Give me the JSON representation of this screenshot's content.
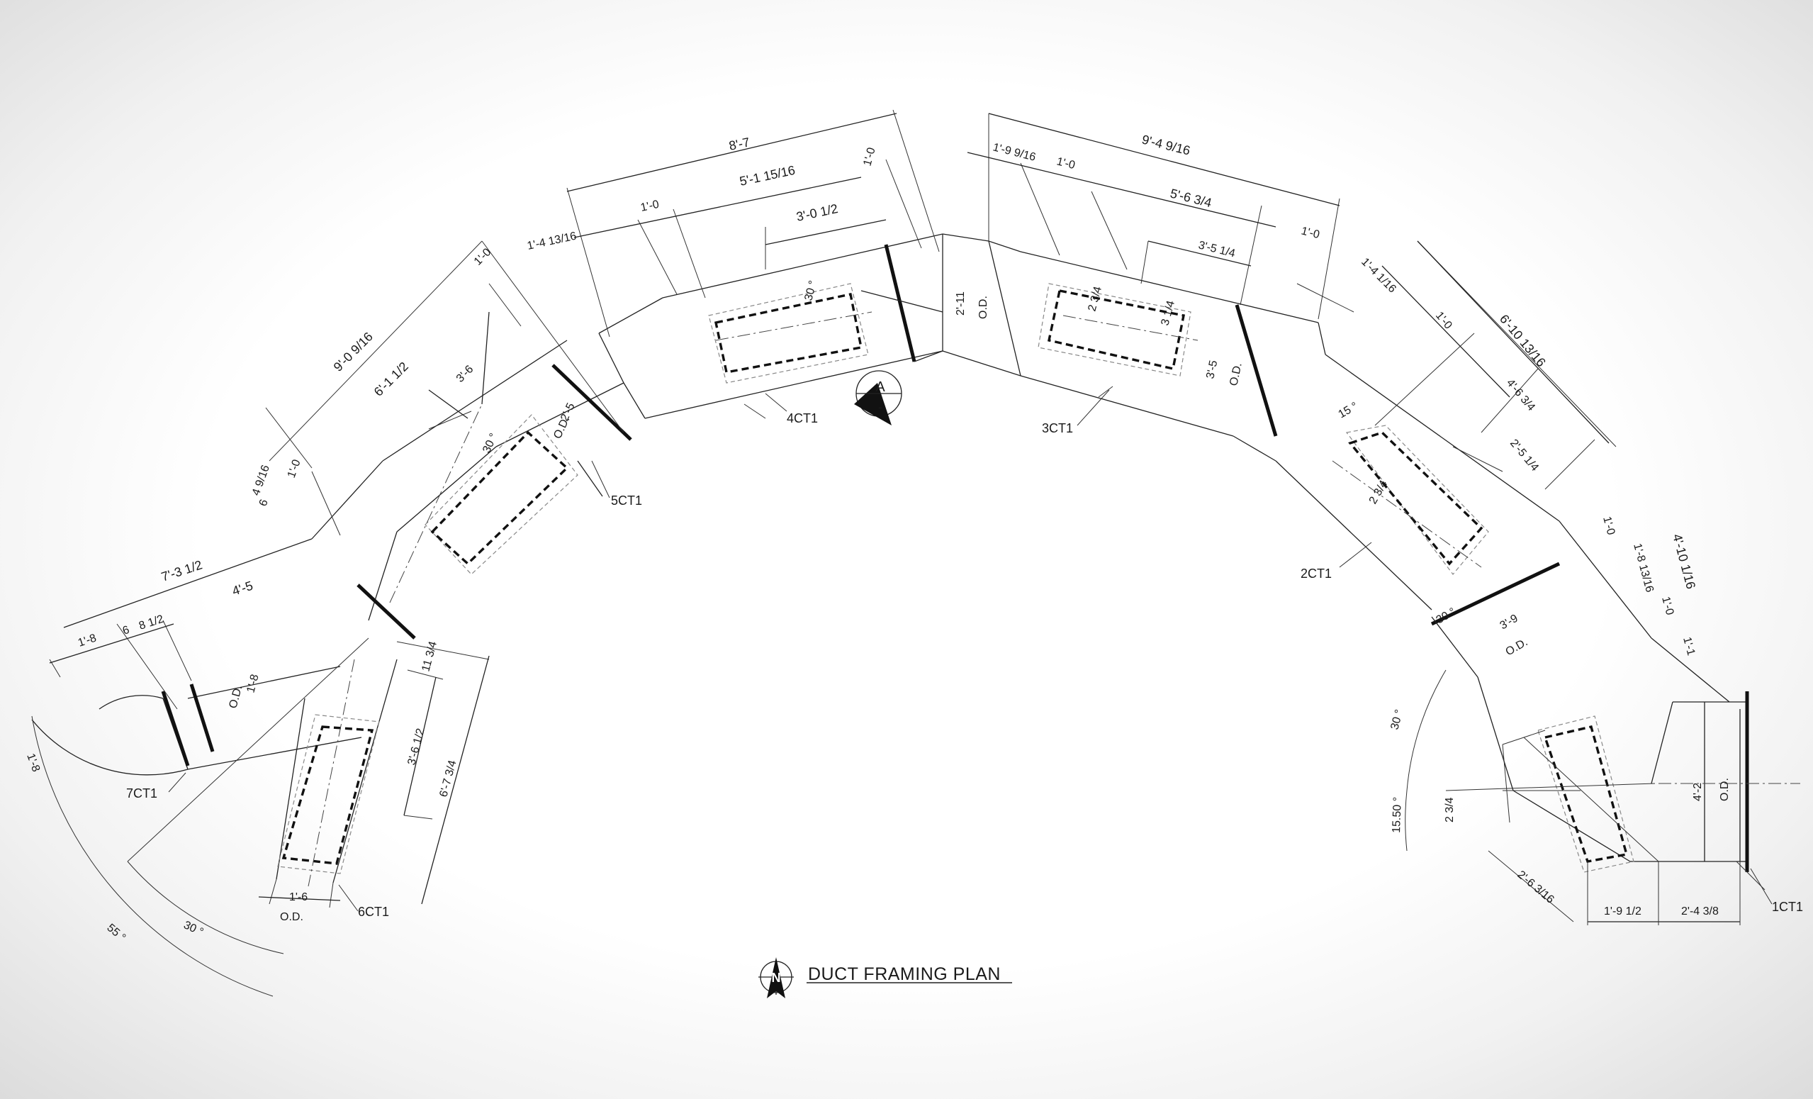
{
  "drawing": {
    "title": "DUCT FRAMING PLAN",
    "north_label": "N",
    "section_marker": "A",
    "section_sheet": "-",
    "tags": {
      "t1": "1CT1",
      "t2": "2CT1",
      "t3": "3CT1",
      "t4": "4CT1",
      "t5": "5CT1",
      "t6": "6CT1",
      "t7": "7CT1"
    },
    "dims": {
      "d_8_7": "8'-7",
      "d_9_4": "9'-4 9/16",
      "d_5_1": "5'-1 15/16",
      "d_1_0_a": "1'-0",
      "d_1_0_b": "1'-0",
      "d_3_0": "3'-0 1/2",
      "d_1_4": "1'-4 13/16",
      "d_1_9": "1'-9 9/16",
      "d_1_0_c": "1'-0",
      "d_5_6": "5'-6 3/4",
      "d_3_5": "3'-5 1/4",
      "d_1_0_d": "1'-0",
      "d_2_11": "2'-11",
      "od_1": "O.D.",
      "d_9_0": "9'-0 9/16",
      "d_6_1": "6'-1 1/2",
      "d_3_6": "3'-6",
      "d_1_0_e": "1'-0",
      "d_2_5": "2'-5",
      "od_2": "O.D.",
      "d_30_a": "30 °",
      "d_30_b": "30 °",
      "d_4_9": "4 9/16",
      "d_6": "6",
      "d_1_0_f": "1'-0",
      "d_7_3": "7'-3 1/2",
      "d_4_5": "4'-5",
      "d_1_8_a": "1'-8",
      "d_6_b": "6",
      "d_8": "8 1/2",
      "d_1_8_b": "1'-8",
      "od_3": "O.D.",
      "d_1_8_c": "1'-8",
      "d_11": "11 3/4",
      "d_3_6b": "3'-6 1/2",
      "d_6_7": "6'-7 3/4",
      "d_1_6": "1'-6",
      "od_4": "O.D.",
      "d_55": "55 °",
      "d_30_c": "30 °",
      "d_2_3": "2 3/4",
      "d_3_a": "3 1/4",
      "d_3_5b": "3'-5",
      "od_5": "O.D.",
      "d_1_4b": "1'-4 1/16",
      "d_6_10": "6'-10 13/16",
      "d_1_0_g": "1'-0",
      "d_4_6": "4'-6 3/4",
      "d_2_5b": "2'-5 1/4",
      "d_15": "15 °",
      "d_2_3b": "2 3/4",
      "d_4_10": "4'-10 1/16",
      "d_1_0_h": "1'-0",
      "d_1_8_d": "1'-8 13/16",
      "d_1_0_i": "1'-0",
      "d_1_1": "1'-1",
      "d_30_d": "30 °",
      "d_3_9": "3'-9",
      "od_6": "O.D.",
      "d_30_e": "30 °",
      "d_15_50": "15.50 °",
      "d_2_3c": "2 3/4",
      "d_4_2": "4'-2",
      "od_7": "O.D.",
      "d_2_6": "2'-6 3/16",
      "d_1_9b": "1'-9 1/2",
      "d_2_4": "2'-4 3/8"
    }
  }
}
